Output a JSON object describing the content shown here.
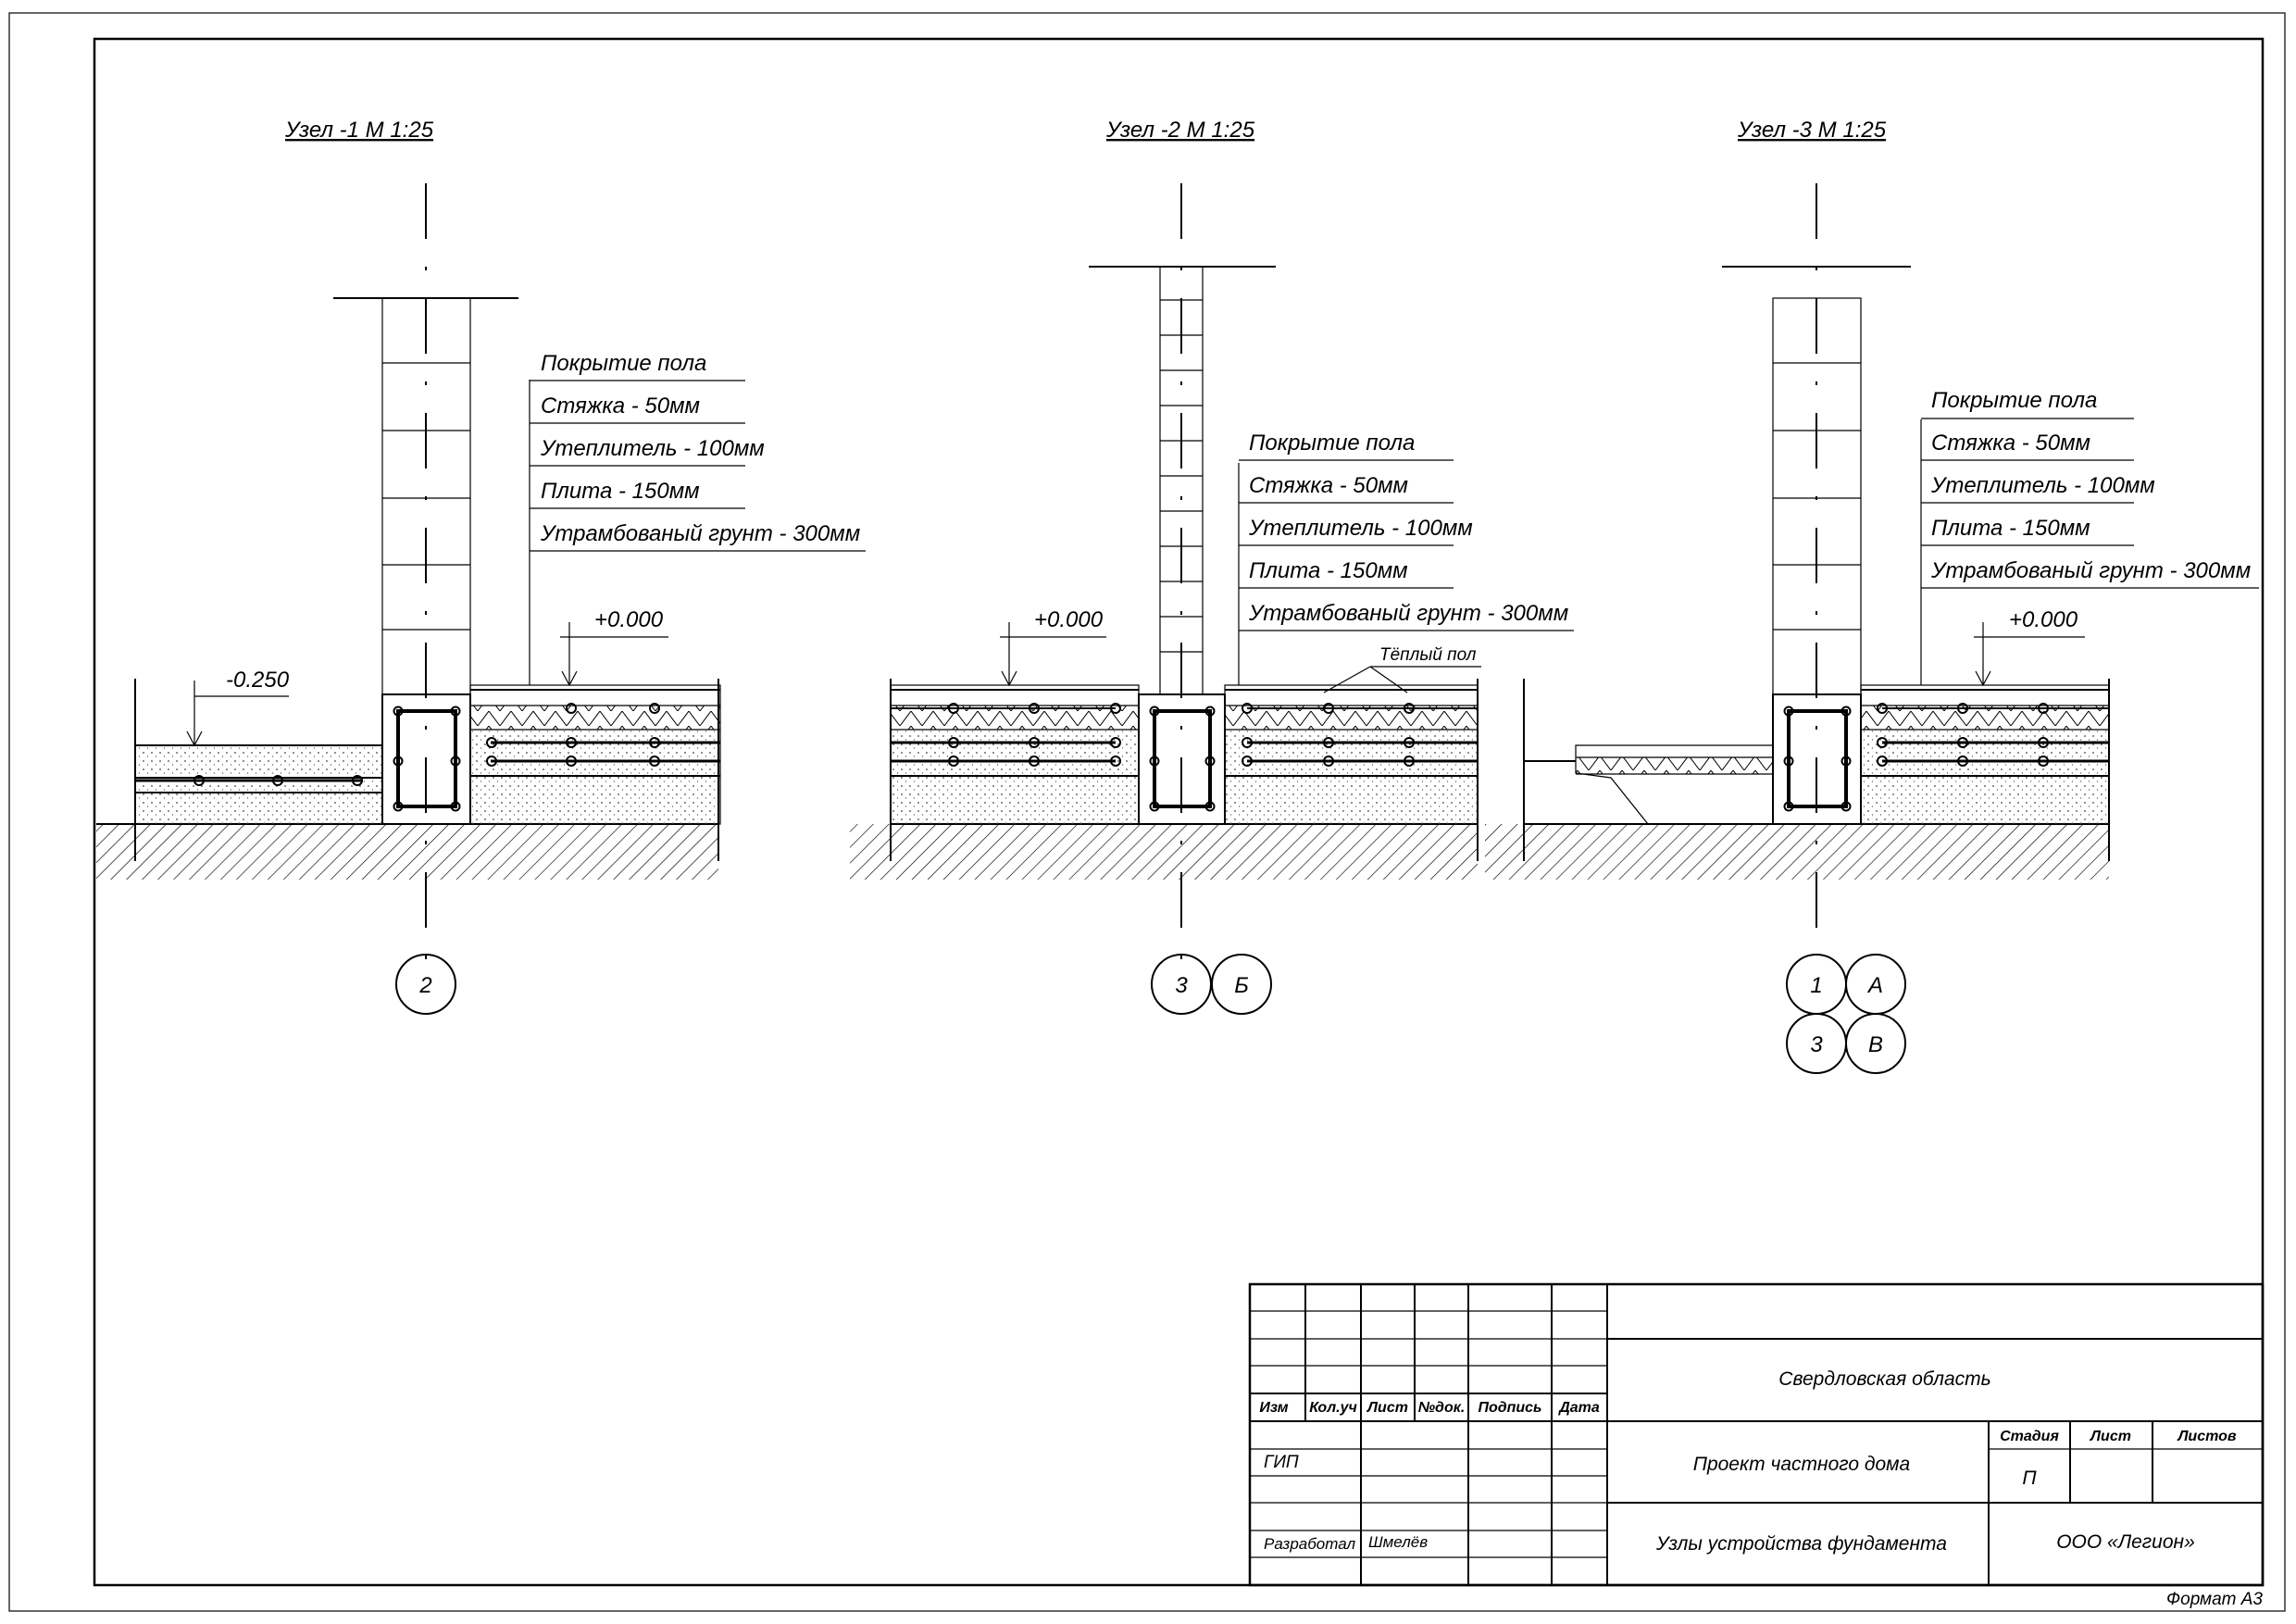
{
  "details": [
    {
      "title": "Узел -1  М 1:25",
      "layers": [
        "Покрытие пола",
        "Стяжка - 50мм",
        "Утеплитель - 100мм",
        "Плита - 150мм",
        "Утрамбованый грунт - 300мм"
      ],
      "marks": [
        "-0.250",
        "+0.000"
      ],
      "axes": [
        "2"
      ]
    },
    {
      "title": "Узел -2  М 1:25",
      "layers": [
        "Покрытие пола",
        "Стяжка - 50мм",
        "Утеплитель - 100мм",
        "Плита - 150мм",
        "Утрамбованый грунт - 300мм"
      ],
      "marks": [
        "+0.000"
      ],
      "note": "Тёплый пол",
      "axes": [
        "3",
        "Б"
      ]
    },
    {
      "title": "Узел -3  М 1:25",
      "layers": [
        "Покрытие пола",
        "Стяжка - 50мм",
        "Утеплитель - 100мм",
        "Плита - 150мм",
        "Утрамбованый грунт - 300мм"
      ],
      "marks": [
        "+0.000"
      ],
      "axes": [
        "1",
        "А",
        "3",
        "В"
      ]
    }
  ],
  "titleblock": {
    "headers": [
      "Изм",
      "Кол.уч",
      "Лист",
      "№док.",
      "Подпись",
      "Дата"
    ],
    "gip": "ГИП",
    "developed_label": "Разработал",
    "developer": "Шмелёв",
    "region": "Свердловская область",
    "project": "Проект частного дома",
    "sheet_title": "Узлы устройства фундамента",
    "stage_label": "Стадия",
    "sheet_label": "Лист",
    "sheets_label": "Листов",
    "stage": "П",
    "company": "ООО «Легион»"
  },
  "format": "Формат А3"
}
